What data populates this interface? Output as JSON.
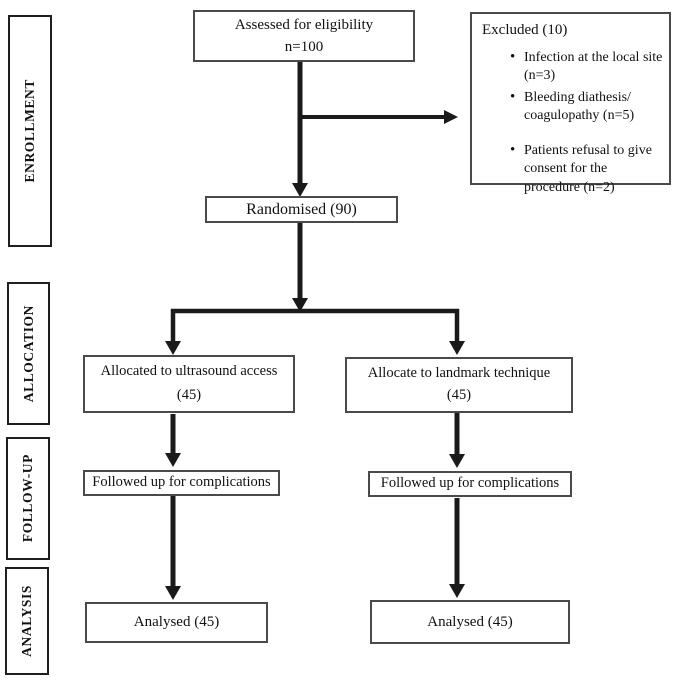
{
  "figure": {
    "title": "CONSORT participant flow diagram",
    "stages": [
      {
        "label": "ENROLLMENT"
      },
      {
        "label": "ALLOCATION"
      },
      {
        "label": "FOLLOW-UP"
      },
      {
        "label": "ANALYSIS"
      }
    ],
    "boxes": {
      "assessed": {
        "title": "Assessed for eligibility",
        "n": "n=100"
      },
      "excluded": {
        "title": "Excluded (10)",
        "items": [
          "Infection at the local site\n(n=3)",
          "Bleeding diathesis/\ncoagulopathy (n=5)",
          "Patients refusal to give\nconsent for the\nprocedure (n=2)"
        ]
      },
      "randomised": {
        "title": "Randomised (90)"
      },
      "allocation_ultrasound": {
        "title": "Allocated to ultrasound access",
        "n": "(45)"
      },
      "allocation_landmark": {
        "title": "Allocate to landmark technique",
        "n": "(45)"
      },
      "followup_ultrasound": {
        "title": "Followed up for complications"
      },
      "followup_landmark": {
        "title": "Followed up for complications"
      },
      "analysed_ultrasound": {
        "title": "Analysed (45)"
      },
      "analysed_landmark": {
        "title": "Analysed (45)"
      }
    },
    "colors": {
      "arrow": "#1a1a1a",
      "box_border": "#4a4a4a",
      "stage_border": "#1f1f1f",
      "text": "#111111",
      "background": "#ffffff"
    }
  }
}
